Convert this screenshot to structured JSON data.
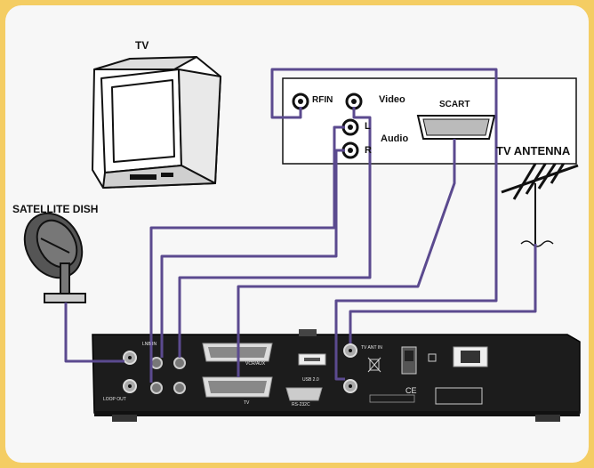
{
  "labels": {
    "tv": "TV",
    "satellite_dish": "SATELLITE DISH",
    "tv_antenna": "TV ANTENNA",
    "rfin": "RFIN",
    "video": "Video",
    "l": "L",
    "r": "R",
    "audio": "Audio",
    "scart": "SCART"
  },
  "receiver": {
    "lnb_in": "LNB IN",
    "loop_out": "LOOP OUT",
    "tv_label": "TV",
    "vcr_label": "VCR/AUX",
    "rs232": "RS-232C",
    "usb": "USB 2.0",
    "tv_ant_in": "TV ANT IN",
    "ce": "CE"
  },
  "colors": {
    "background": "#f4cd63",
    "cable": "#5b4a8f",
    "device": "#1c1c1c",
    "panel": "#ffffff"
  }
}
